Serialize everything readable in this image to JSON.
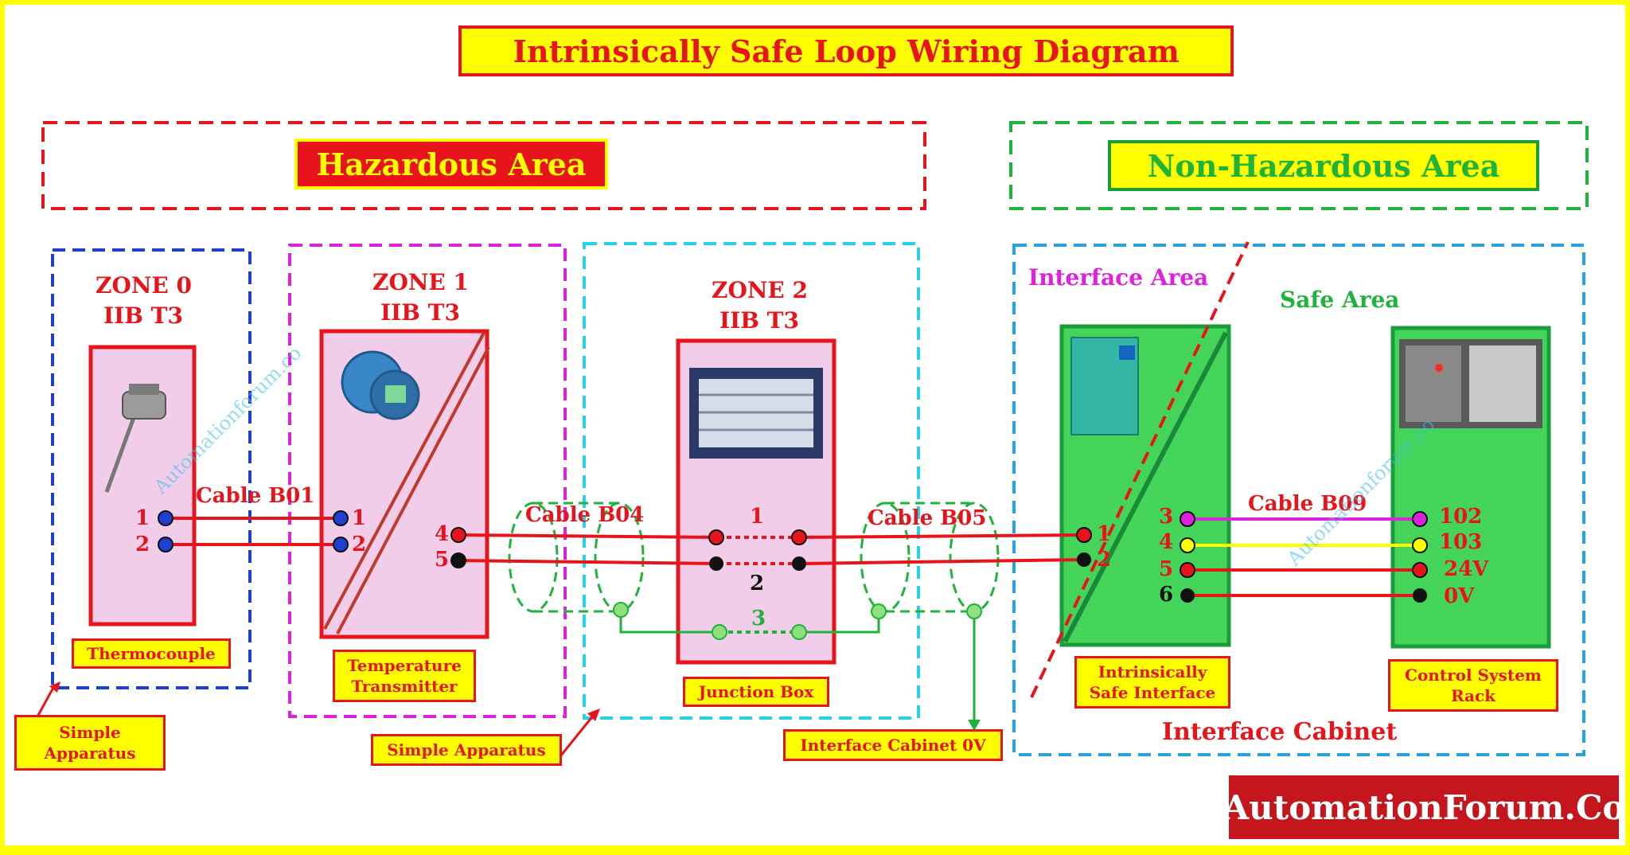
{
  "title": "Intrinsically Safe Loop Wiring Diagram",
  "areas": {
    "hazardous": "Hazardous Area",
    "non_hazardous": "Non-Hazardous Area"
  },
  "zones": {
    "zone0": {
      "name": "ZONE 0",
      "class": "IIB T3"
    },
    "zone1": {
      "name": "ZONE 1",
      "class": "IIB T3"
    },
    "zone2": {
      "name": "ZONE 2",
      "class": "IIB T3"
    }
  },
  "sub_areas": {
    "interface": "Interface Area",
    "safe": "Safe Area"
  },
  "devices": {
    "thermocouple": "Thermocouple",
    "transmitter": [
      "Temperature",
      "Transmitter"
    ],
    "junction_box": "Junction Box",
    "isi": [
      "Intrinsically",
      "Safe Interface"
    ],
    "rack": [
      "Control System",
      "Rack"
    ],
    "simple_apparatus_1": [
      "Simple",
      "Apparatus"
    ],
    "simple_apparatus_2": "Simple Apparatus",
    "cabinet_0v": "Interface Cabinet 0V",
    "cabinet": "Interface Cabinet"
  },
  "cables": {
    "b01": "Cable B01",
    "b04": "Cable B04",
    "b05": "Cable B05",
    "b09": "Cable B09"
  },
  "terminals": {
    "tc": [
      "1",
      "2"
    ],
    "tt_in": [
      "1",
      "2"
    ],
    "tt_out": [
      "4",
      "5"
    ],
    "jb": [
      "1",
      "2",
      "3"
    ],
    "isi_in": [
      "1",
      "2"
    ],
    "isi_out": [
      "3",
      "4",
      "5",
      "6"
    ],
    "rack": [
      "102",
      "103",
      "24V",
      "0V"
    ]
  },
  "watermark": "Automationforum.co",
  "brand": "AutomationForum.Co",
  "colors": {
    "frame": "#ffff00",
    "red": "#e8141b",
    "green": "#1fb33c",
    "blue": "#1e3fd0",
    "magenta": "#dd22dd",
    "cyan": "#22d4e6",
    "pink": "#f1cdea",
    "panel_green": "#45d45a"
  }
}
